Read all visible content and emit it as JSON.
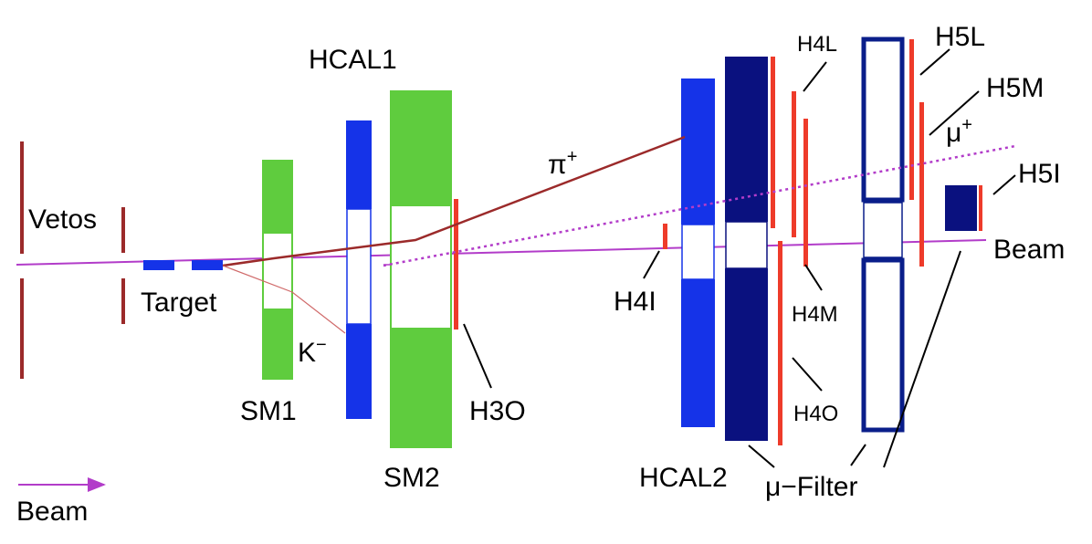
{
  "labels": {
    "vetos": "Vetos",
    "target": "Target",
    "sm1": "SM1",
    "sm2": "SM2",
    "hcal1": "HCAL1",
    "hcal2": "HCAL2",
    "h3o": "H3O",
    "h4i": "H4I",
    "h4l": "H4L",
    "h4m": "H4M",
    "h4o": "H4O",
    "h5l": "H5L",
    "h5m": "H5M",
    "h5i": "H5I",
    "mu_filter": "μ−Filter",
    "kaon": "K",
    "kaon_sup": "−",
    "pion": "π",
    "pion_sup": "+",
    "muon": "μ",
    "muon_sup": "+",
    "beam_right": "Beam",
    "beam_legend": "Beam"
  },
  "colors": {
    "veto": "#9b2a2a",
    "target": "#1533e8",
    "magnet": "#5fcc3e",
    "hcal1": "#1533e8",
    "hcal2_light": "#1533e8",
    "hcal2_dark": "#0a117f",
    "hodoscope": "#ee3b2a",
    "beam": "#b23cc9",
    "pion_track": "#9b2a2a",
    "kaon_track": "#d06a6a",
    "mu_filter": "#0a1e8a"
  }
}
